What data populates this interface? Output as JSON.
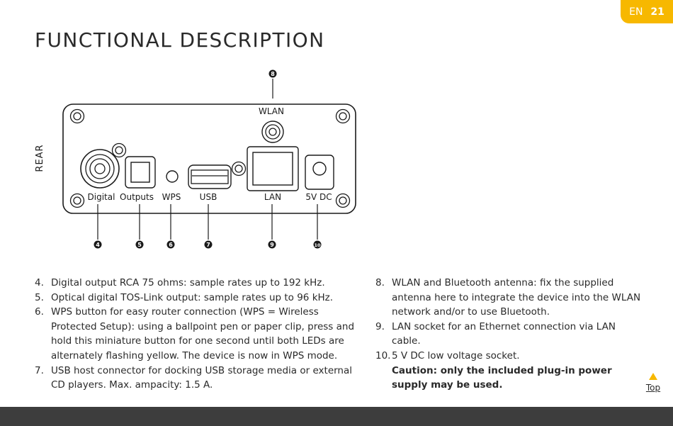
{
  "header": {
    "language": "EN",
    "page_number": "21",
    "title": "FUNCTIONAL DESCRIPTION"
  },
  "diagram": {
    "side_label": "REAR",
    "labels": {
      "wlan": "WLAN",
      "digital": "Digital",
      "outputs": "Outputs",
      "wps": "WPS",
      "usb": "USB",
      "lan": "LAN",
      "dc": "5V DC"
    },
    "callouts": {
      "c4": "4",
      "c5": "5",
      "c6": "6",
      "c7": "7",
      "c8": "8",
      "c9": "9",
      "c10": "10"
    }
  },
  "items_left": [
    {
      "num": "4.",
      "text": "Digital output RCA 75 ohms: sample rates up to 192 kHz."
    },
    {
      "num": "5.",
      "text": "Optical digital TOS-Link output: sample rates up to 96 kHz."
    },
    {
      "num": "6.",
      "text": "WPS button for easy router connection (WPS = Wireless Protected Setup): using a ballpoint pen or paper clip, press and hold this miniature button for one second until both LEDs are alternately flashing yellow. The device is now in WPS mode."
    },
    {
      "num": "7.",
      "text": "USB host connector for docking USB storage media or external CD players. Max. ampacity: 1.5 A."
    }
  ],
  "items_right": [
    {
      "num": "8.",
      "text": "WLAN and Bluetooth antenna: fix the supplied antenna here to integrate the device into the WLAN network and/or to use Bluetooth."
    },
    {
      "num": "9.",
      "text": "LAN socket for an Ethernet connection via LAN cable."
    },
    {
      "num": "10.",
      "text": "5 V DC low voltage socket.",
      "caution": "Caution: only the included plug-in power supply may be used."
    }
  ],
  "nav": {
    "top_label": "Top",
    "top_icon": "triangle-up-icon"
  },
  "colors": {
    "accent": "#f7b800",
    "footer": "#3d3d3d",
    "text": "#2a2a2a"
  }
}
